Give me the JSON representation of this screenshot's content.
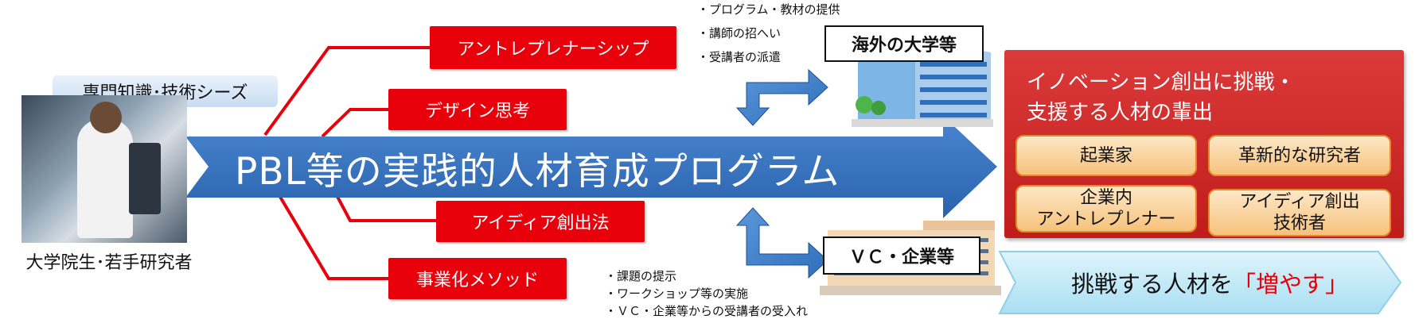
{
  "left": {
    "seeds_label": "専門知識･技術シーズ",
    "person_label": "大学院生･若手研究者"
  },
  "main_arrow_text": "PBL等の実践的人材育成プログラム",
  "methods": [
    "アントレプレナーシップ",
    "デザイン思考",
    "アイディア創出法",
    "事業化メソッド"
  ],
  "overseas": {
    "label": "海外の大学等",
    "bullets": [
      "・プログラム・教材の提供",
      "・講師の招へい",
      "・受講者の派遣"
    ]
  },
  "vc": {
    "label": "ＶＣ・企業等",
    "bullets": [
      "・課題の提示",
      "・ワークショップ等の実施",
      "・ＶＣ・企業等からの受講者の受入れ"
    ]
  },
  "outcome": {
    "title_line1": "イノベーション創出に挑戦・",
    "title_line2": "支援する人材の輩出",
    "items": [
      "起業家",
      "革新的な研究者",
      "企業内\nアントレプレナー",
      "アイディア創出\n技術者"
    ]
  },
  "bottom_banner": {
    "text": "挑戦する人材を",
    "emphasis": "「増やす」"
  },
  "colors": {
    "arrow_blue": "#2f6fbd",
    "method_red": "#e8000b",
    "outcome_red": "#d52b2b",
    "pill_border": "#e3892a",
    "banner_cyan": "#bfeaf8",
    "emphasis_red": "#e8000b"
  }
}
